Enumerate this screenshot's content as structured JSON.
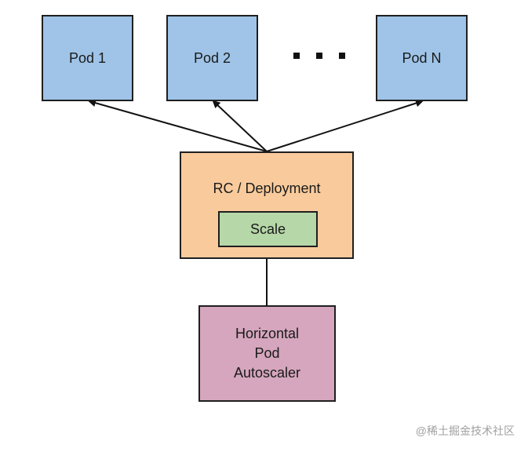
{
  "pods": [
    {
      "label": "Pod 1"
    },
    {
      "label": "Pod 2"
    },
    {
      "label": "Pod N"
    }
  ],
  "controller": {
    "label": "RC / Deployment",
    "scale_label": "Scale"
  },
  "autoscaler": {
    "label": "Horizontal\nPod\nAutoscaler"
  },
  "watermark": "@稀土掘金技术社区",
  "colors": {
    "pod_fill": "#9fc4e8",
    "controller_fill": "#f9cb9c",
    "scale_fill": "#b6d7a8",
    "autoscaler_fill": "#d5a6bd",
    "stroke": "#1f1f1f"
  }
}
